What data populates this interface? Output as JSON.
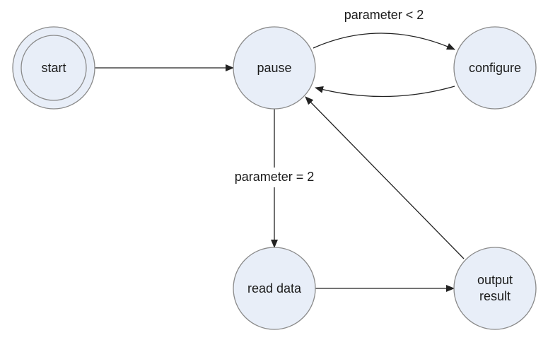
{
  "colors": {
    "state_fill": "#e8eef8",
    "state_stroke": "#8a8a8a",
    "edge": "#222222",
    "text": "#1a1a1a"
  },
  "states": {
    "start": {
      "label": "start",
      "initial": true
    },
    "pause": {
      "label": "pause"
    },
    "configure": {
      "label": "configure"
    },
    "read_data": {
      "label": "read data"
    },
    "output_result": {
      "label_line1": "output",
      "label_line2": "result"
    }
  },
  "transitions": [
    {
      "from": "start",
      "to": "pause",
      "label": ""
    },
    {
      "from": "pause",
      "to": "configure",
      "label": "parameter < 2"
    },
    {
      "from": "configure",
      "to": "pause",
      "label": ""
    },
    {
      "from": "pause",
      "to": "read_data",
      "label": "parameter = 2"
    },
    {
      "from": "read_data",
      "to": "output_result",
      "label": ""
    },
    {
      "from": "output_result",
      "to": "pause",
      "label": ""
    }
  ]
}
